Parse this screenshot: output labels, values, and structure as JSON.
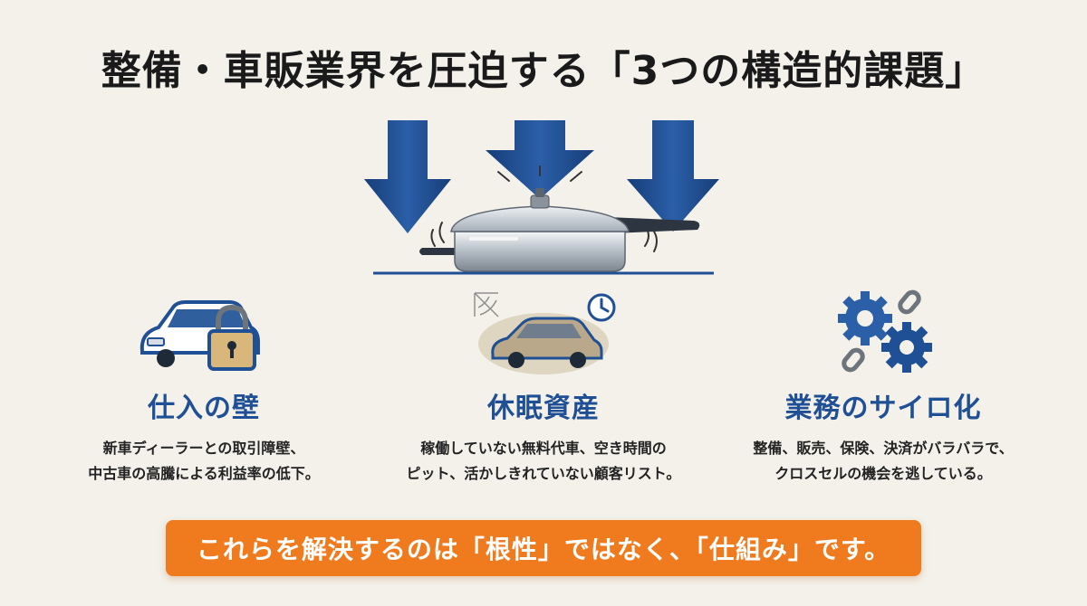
{
  "title": "整備・車販業界を圧迫する「3つの構造的課題」",
  "hero": {
    "illustration": "pressure-cooker-under-arrows",
    "arrow_color": "#1f4f95"
  },
  "issues": [
    {
      "icon": "car-lock-icon",
      "heading": "仕入の壁",
      "desc_line1": "新車ディーラーとの取引障壁、",
      "desc_line2": "中古車の高騰による利益率の低下。"
    },
    {
      "icon": "dusty-car-clock-icon",
      "heading": "休眠資産",
      "desc_line1": "稼働していない無料代車、空き時間の",
      "desc_line2": "ピット、活かしきれていない顧客リスト。"
    },
    {
      "icon": "gears-broken-chain-icon",
      "heading": "業務のサイロ化",
      "desc_line1": "整備、販売、保険、決済がバラバラで、",
      "desc_line2": "クロスセルの機会を逃している。"
    }
  ],
  "banner": {
    "text": "これらを解決するのは「根性」ではなく、「仕組み」です。",
    "color": "#f07a1e"
  },
  "colors": {
    "heading": "#1f4f95",
    "background": "#f3f1ea"
  }
}
